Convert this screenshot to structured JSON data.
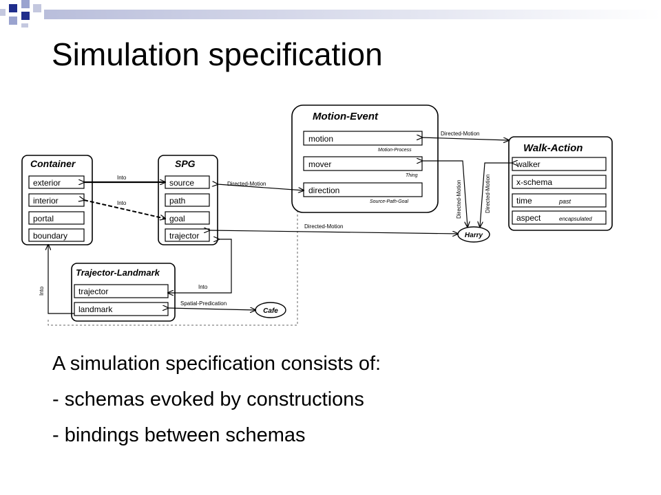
{
  "slide": {
    "title": "Simulation specification",
    "intro": "A simulation specification consists of:",
    "bullets": [
      "- schemas evoked by constructions",
      "- bindings between schemas"
    ]
  },
  "diagram": {
    "schemas": {
      "container": {
        "title": "Container",
        "roles": [
          "exterior",
          "interior",
          "portal",
          "boundary"
        ]
      },
      "spg": {
        "title": "SPG",
        "roles": [
          "source",
          "path",
          "goal",
          "trajector"
        ]
      },
      "motion_event": {
        "title": "Motion-Event",
        "roles": [
          "motion",
          "mover",
          "direction"
        ],
        "role_types": [
          "Motion-Process",
          "Thing",
          "Source-Path-Goal"
        ]
      },
      "walk_action": {
        "title": "Walk-Action",
        "roles": [
          "walker",
          "x-schema",
          "time",
          "aspect"
        ],
        "role_values": [
          "",
          "",
          "past",
          "encapsulated"
        ]
      },
      "trajector_landmark": {
        "title": "Trajector-Landmark",
        "roles": [
          "trajector",
          "landmark"
        ]
      }
    },
    "entities": {
      "harry": "Harry",
      "cafe": "Cafe"
    },
    "link_labels": {
      "into": "Into",
      "directed_motion": "Directed-Motion",
      "spatial_predication": "Spatial-Predication"
    },
    "colors": {
      "logo_blue": "#1f2d8c",
      "logo_light": "#9aa3cf",
      "logo_bar": "#c4c8df",
      "line": "#000000"
    }
  }
}
